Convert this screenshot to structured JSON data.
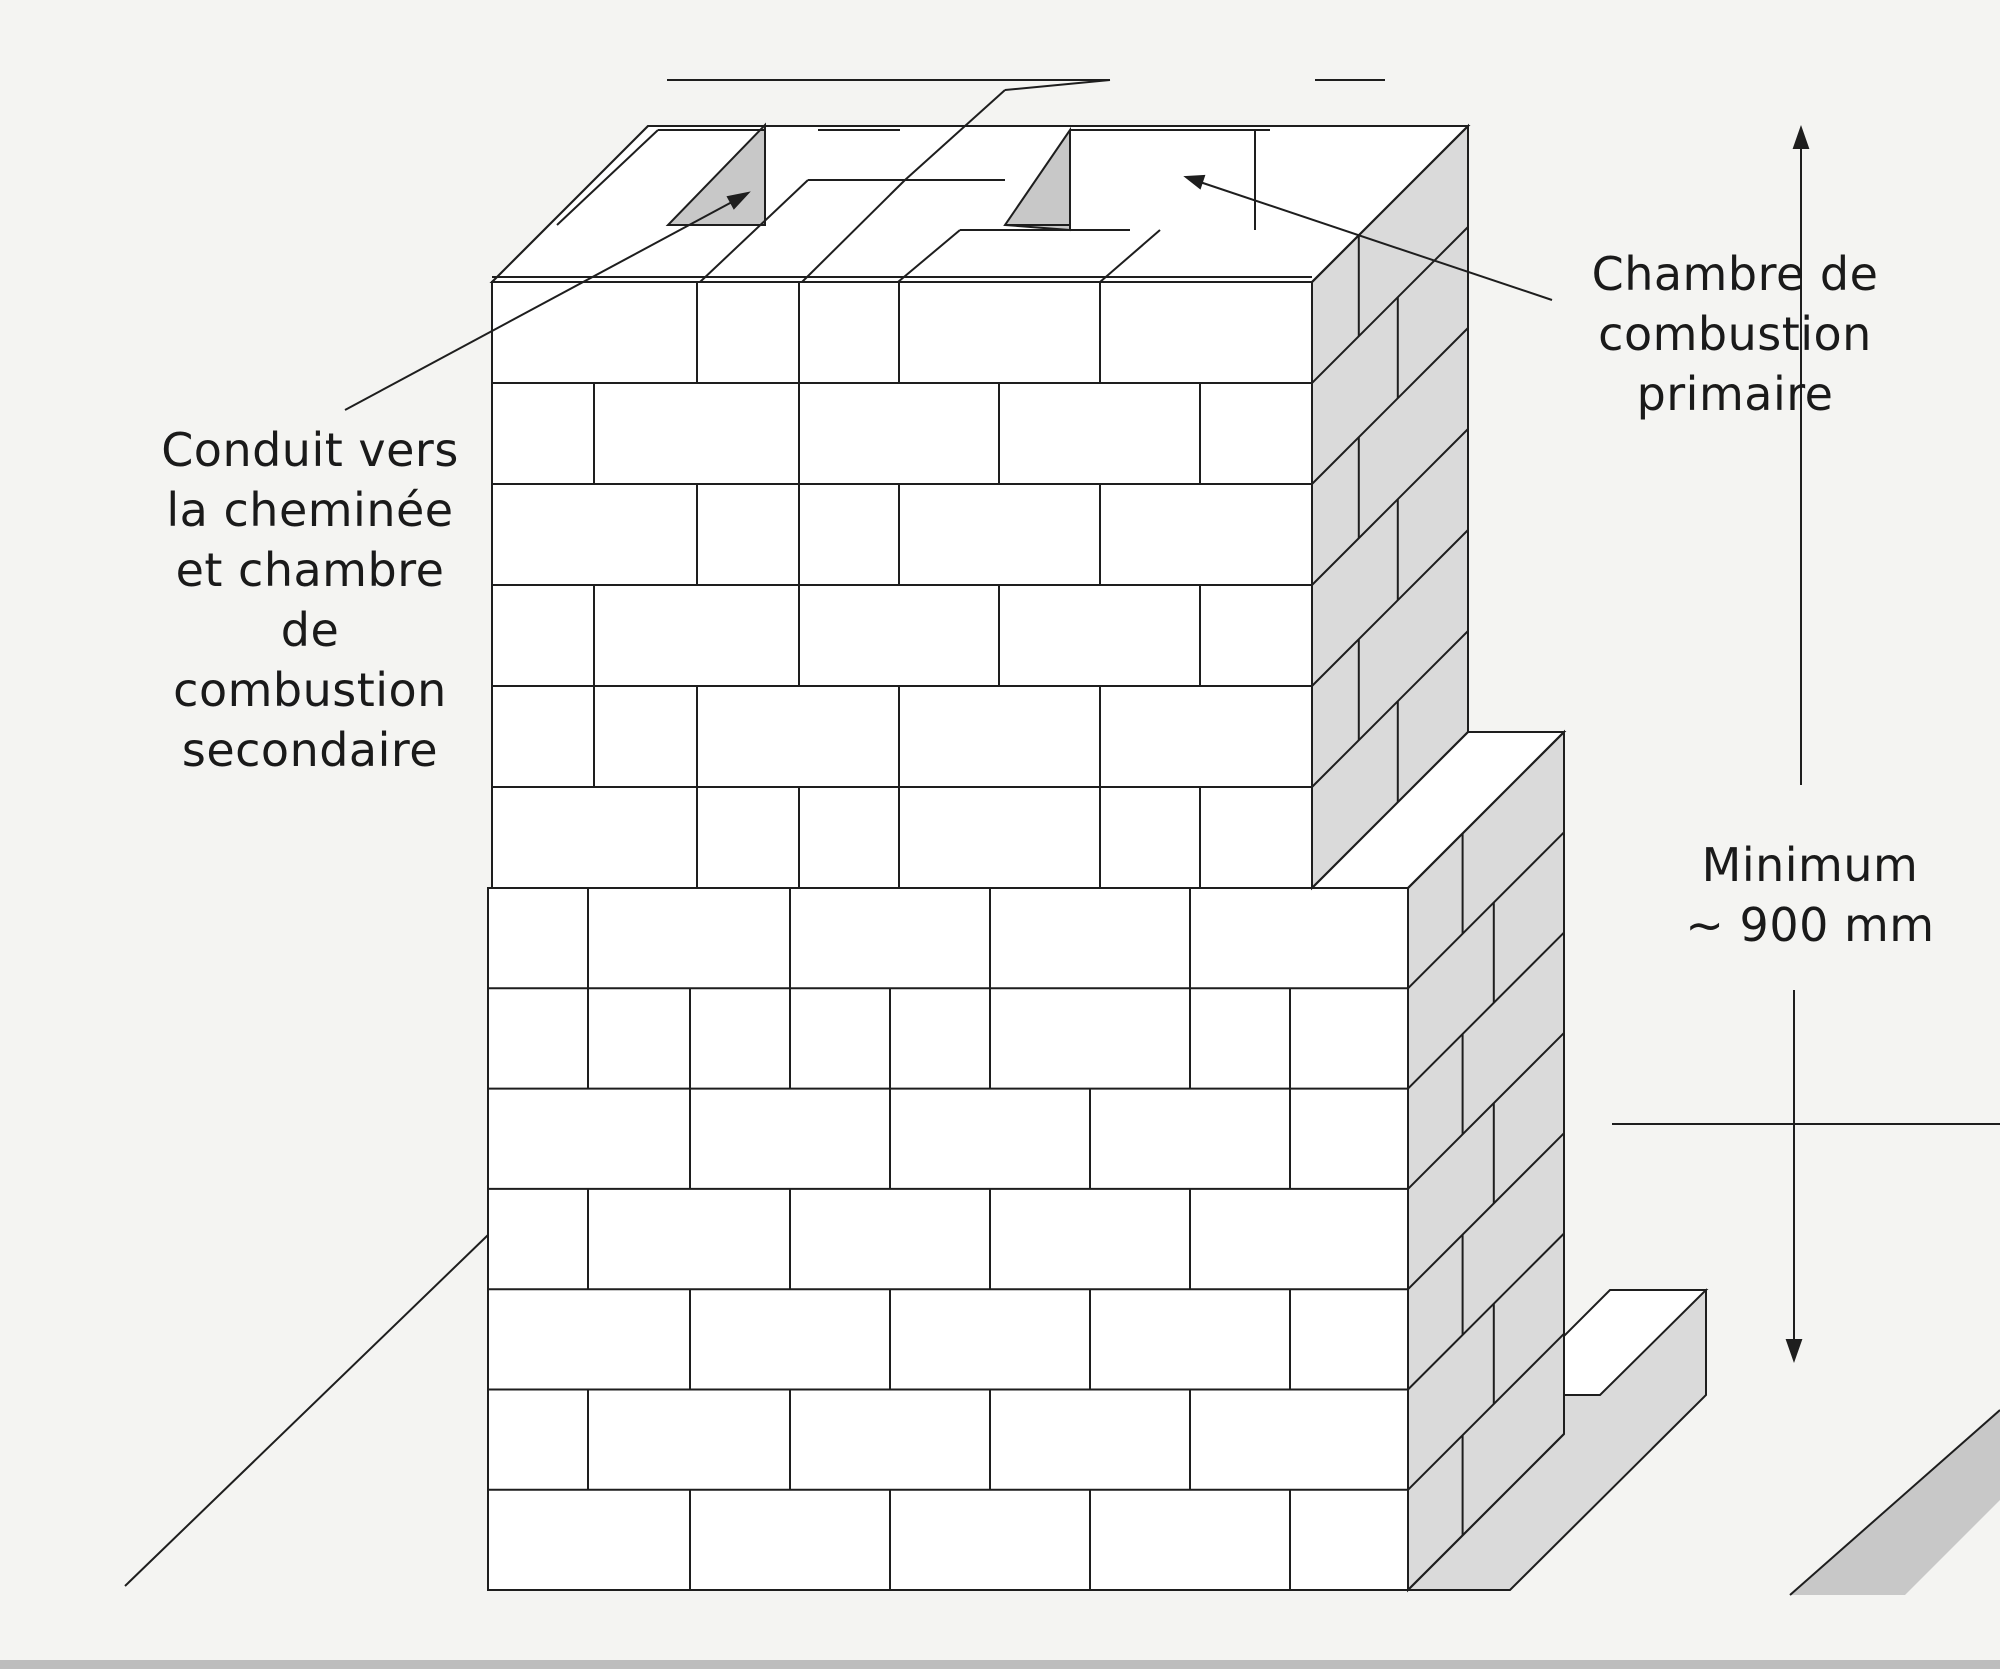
{
  "labels": {
    "conduit": [
      "Conduit vers",
      "la cheminée",
      "et chambre",
      "de",
      "combustion",
      "secondaire"
    ],
    "chambre": [
      "Chambre de",
      "combustion",
      "primaire"
    ],
    "minimum": [
      "Minimum",
      "~ 900 mm"
    ]
  },
  "colors": {
    "background": "#f4f4f2",
    "brick_face": "#ffffff",
    "brick_top": "#ffffff",
    "brick_side": "#dadada",
    "shadow": "#c8c8c8",
    "line": "#1e1e1e"
  }
}
